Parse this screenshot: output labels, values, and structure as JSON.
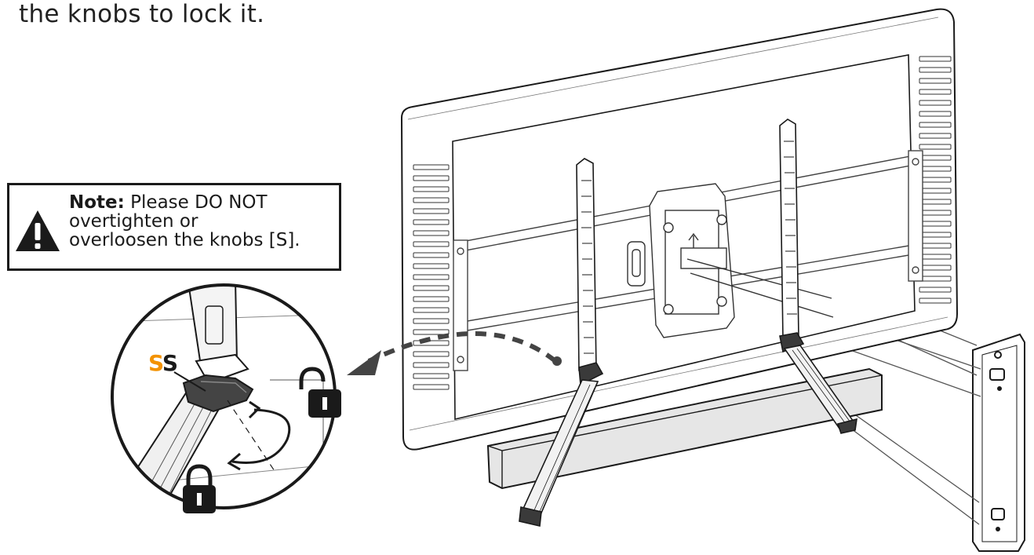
{
  "instruction_text": "the knobs to lock it.",
  "note": {
    "label": "Note:",
    "line1": "Please DO NOT",
    "line2": "overtighten or",
    "line3": "overloosen the knobs [S]."
  },
  "knob_label": {
    "first": "S",
    "second": "S"
  },
  "colors": {
    "accent": "#f39200",
    "line": "#1a1a1a",
    "bar_fill": "#e6e6e6"
  },
  "icons": [
    "warning-icon",
    "unlock-icon",
    "lock-icon",
    "rotate-arrow-icon",
    "dashed-arrow-icon"
  ]
}
